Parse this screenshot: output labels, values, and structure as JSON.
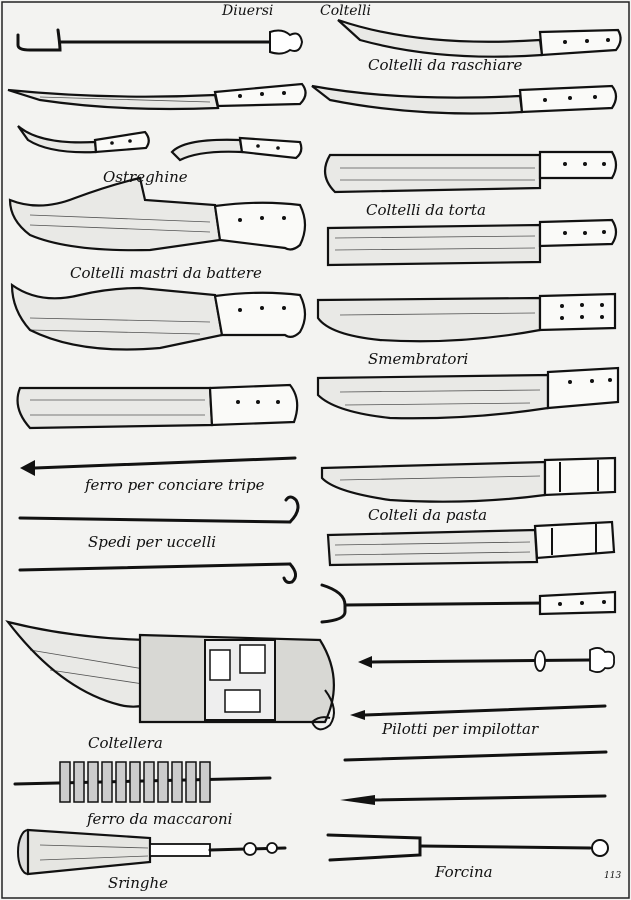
{
  "labels": {
    "diversi": "Diuersi",
    "coltelli": "Coltelli",
    "raschiare": "Coltelli da raschiare",
    "ostreghine": "Ostreghine",
    "torta": "Coltelli da torta",
    "mastri": "Coltelli mastri da battere",
    "smembratori": "Smembratori",
    "trippe": "ferro per conciare tripe",
    "pasta": "Colteli da pasta",
    "spedi": "Spedi per uccelli",
    "coltellera": "Coltellera",
    "pilotti": "Pilotti per impilottar",
    "maccaroni": "ferro da maccaroni",
    "forcina": "Forcina",
    "sringhe": "Sringhe",
    "page_no": "113"
  }
}
